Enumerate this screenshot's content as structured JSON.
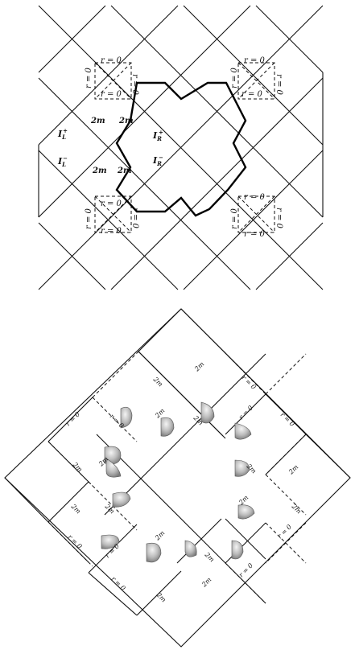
{
  "top_diagram": {
    "region_labels": {
      "I_L_plus": {
        "base": "I",
        "sub": "L",
        "sup": "+"
      },
      "I_L_minus": {
        "base": "I",
        "sub": "L",
        "sup": "−"
      },
      "I_R_plus": {
        "base": "I",
        "sub": "R",
        "sup": "+"
      },
      "I_R_minus": {
        "base": "I",
        "sub": "R",
        "sup": "−"
      }
    },
    "horizon_label": "2m",
    "singularity_label": "r = 0"
  },
  "bottom_diagram": {
    "horizon_label": "2m",
    "singularity_label": "r = 0"
  }
}
